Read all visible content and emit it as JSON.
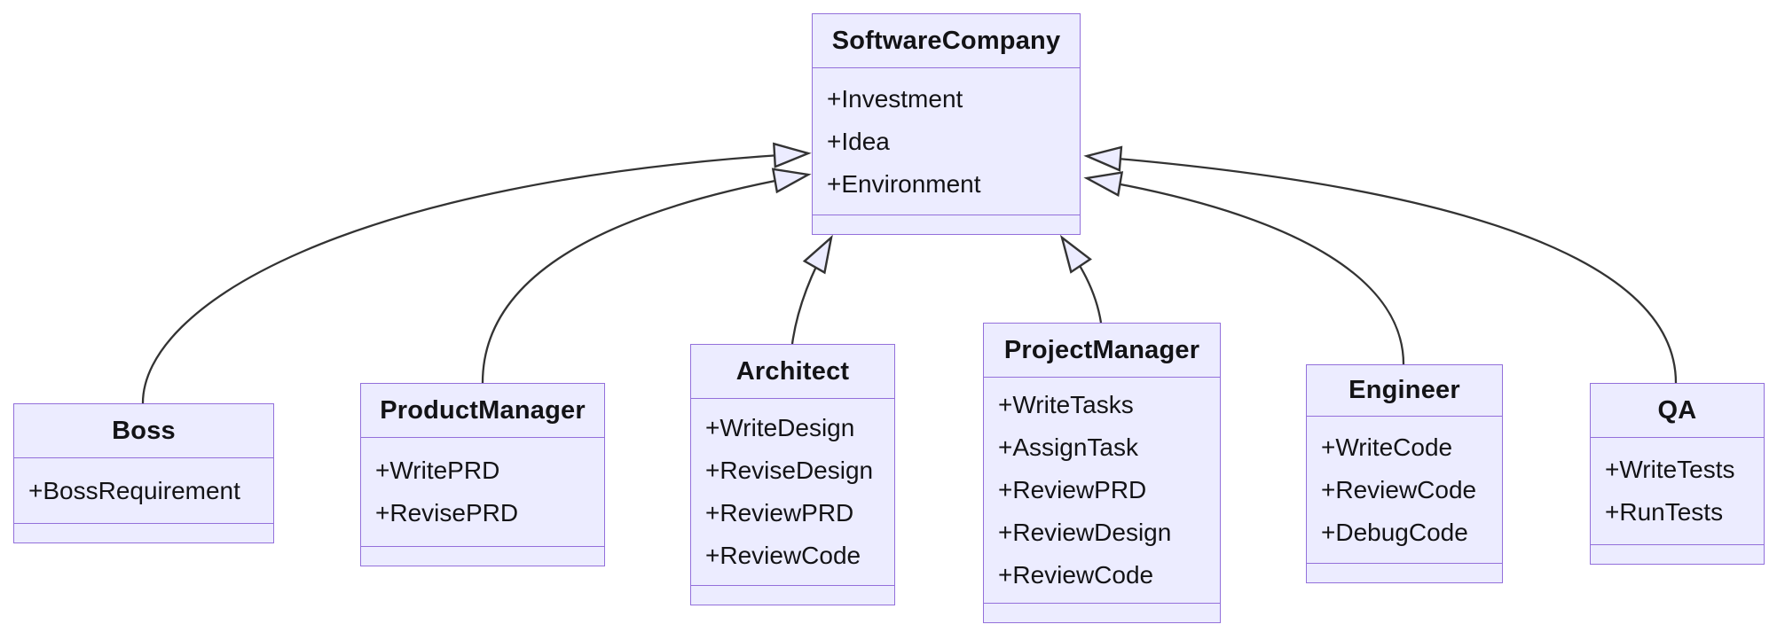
{
  "diagram": {
    "type": "uml-class-diagram",
    "colors": {
      "class_fill": "#ECECFF",
      "class_border": "#9370DB",
      "edge_line": "#333333",
      "text": "#131316",
      "background": "#ffffff"
    },
    "classes": [
      {
        "id": "software-company",
        "name": "SoftwareCompany",
        "members": [
          "+Investment",
          "+Idea",
          "+Environment"
        ]
      },
      {
        "id": "boss",
        "name": "Boss",
        "members": [
          "+BossRequirement"
        ]
      },
      {
        "id": "product-manager",
        "name": "ProductManager",
        "members": [
          "+WritePRD",
          "+RevisePRD"
        ]
      },
      {
        "id": "architect",
        "name": "Architect",
        "members": [
          "+WriteDesign",
          "+ReviseDesign",
          "+ReviewPRD",
          "+ReviewCode"
        ]
      },
      {
        "id": "project-manager",
        "name": "ProjectManager",
        "members": [
          "+WriteTasks",
          "+AssignTask",
          "+ReviewPRD",
          "+ReviewDesign",
          "+ReviewCode"
        ]
      },
      {
        "id": "engineer",
        "name": "Engineer",
        "members": [
          "+WriteCode",
          "+ReviewCode",
          "+DebugCode"
        ]
      },
      {
        "id": "qa",
        "name": "QA",
        "members": [
          "+WriteTests",
          "+RunTests"
        ]
      }
    ],
    "relationships": [
      {
        "from": "Boss",
        "to": "SoftwareCompany",
        "type": "inheritance"
      },
      {
        "from": "ProductManager",
        "to": "SoftwareCompany",
        "type": "inheritance"
      },
      {
        "from": "Architect",
        "to": "SoftwareCompany",
        "type": "inheritance"
      },
      {
        "from": "ProjectManager",
        "to": "SoftwareCompany",
        "type": "inheritance"
      },
      {
        "from": "Engineer",
        "to": "SoftwareCompany",
        "type": "inheritance"
      },
      {
        "from": "QA",
        "to": "SoftwareCompany",
        "type": "inheritance"
      }
    ]
  }
}
